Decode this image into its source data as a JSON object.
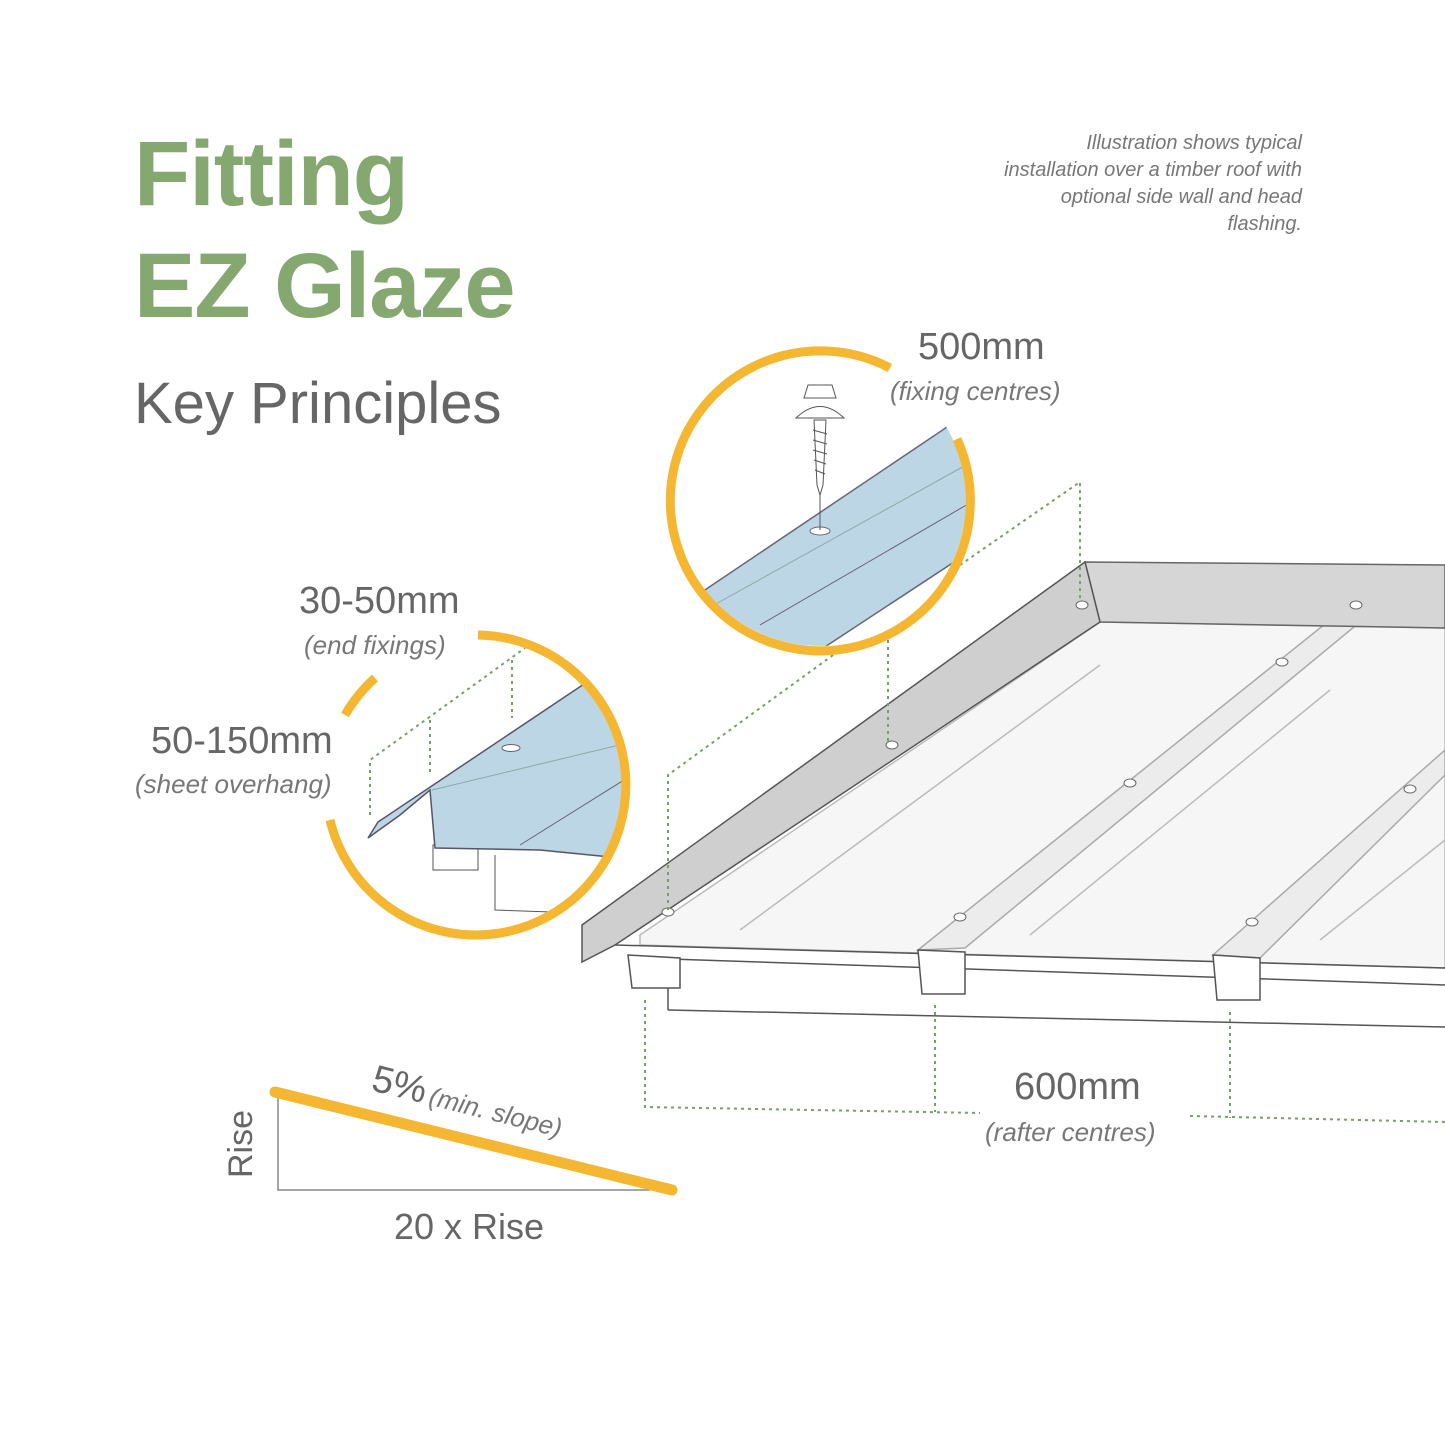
{
  "title": {
    "line1": "Fitting",
    "line2": "EZ Glaze",
    "subtitle": "Key Principles"
  },
  "note": "Illustration shows typical installation over a timber roof with optional side wall and head flashing.",
  "labels": {
    "fixing": {
      "value": "500mm",
      "caption": "(fixing centres)"
    },
    "end": {
      "value": "30-50mm",
      "caption": "(end fixings)"
    },
    "overhang": {
      "value": "50-150mm",
      "caption": "(sheet overhang)"
    },
    "rafter": {
      "value": "600mm",
      "caption": "(rafter centres)"
    },
    "slope": {
      "value": "5%",
      "caption": "(min. slope)",
      "rise": "Rise",
      "run": "20 x Rise"
    }
  },
  "colors": {
    "title_green": "#84a870",
    "accent_orange": "#f5b731",
    "sheet_blue": "#bcd6e6",
    "guide_green": "#7a9e6a",
    "text_gray": "#666666"
  }
}
